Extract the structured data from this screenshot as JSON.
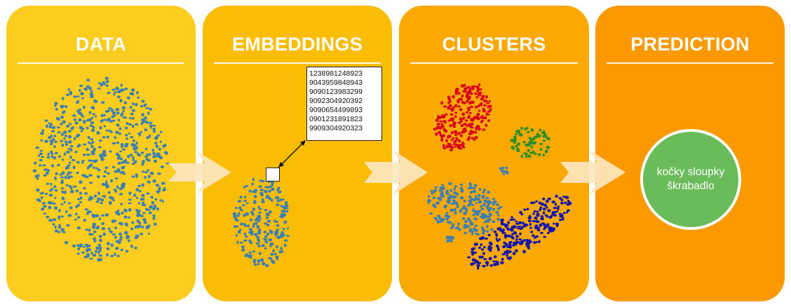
{
  "panels": [
    {
      "title": "DATA",
      "color": "#fccc1e"
    },
    {
      "title": "EMBEDDINGS",
      "color": "#fbbc04"
    },
    {
      "title": "CLUSTERS",
      "color": "#fba900"
    },
    {
      "title": "PREDICTION",
      "color": "#fb9a00"
    }
  ],
  "embedding_numbers": [
    "1238981248923",
    "9043959848943",
    "9090123983299",
    "9092304920392",
    "9090654499893",
    "0901231891823",
    "9909304920323"
  ],
  "prediction": {
    "text": "kočky sloupky\nškrabadlo"
  },
  "colors": {
    "dots": "#3a7fb5",
    "cluster_red": "#d9001b",
    "cluster_green": "#2a8f2a",
    "cluster_blue": "#3a7fb5",
    "cluster_navy": "#1212b0",
    "arrow": "#fde6bf",
    "prediction_circle": "#6abb5a"
  },
  "icons": [
    "flow-arrow-icon",
    "double-arrow-icon"
  ]
}
